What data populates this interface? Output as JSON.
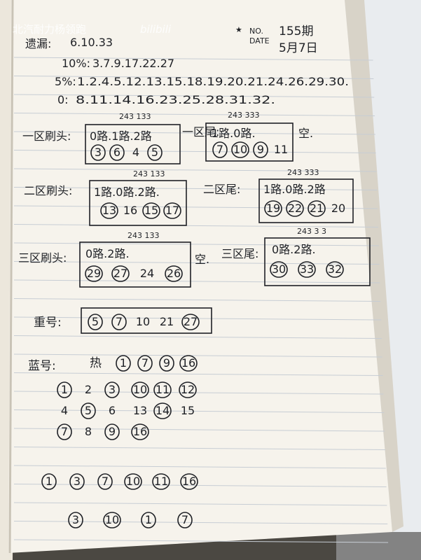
{
  "watermark": {
    "channel": "北汽耐力杨领跑",
    "logo": "bilibili"
  },
  "header": {
    "issue_no": "155期",
    "date": "5月7日"
  },
  "stats": [
    {
      "label": "遗漏:",
      "text": "6.10.33"
    },
    {
      "label": "10%:",
      "text": "3.7.9.17.22.27"
    },
    {
      "label": "5%:",
      "text": "1.2.4.5.12.13.15.18.19.20.21.24.26.29.30."
    },
    {
      "label": "0:",
      "text": "8.11.14.16.23.25.28.31.32."
    }
  ],
  "zones": [
    {
      "label": "一区刷头:",
      "tag": "243 133",
      "roads": "0路.1路.2路",
      "numbers": [
        "3",
        "6",
        "4",
        "5"
      ],
      "circled": [
        true,
        true,
        false,
        true
      ]
    },
    {
      "label": "一区尾:",
      "tag": "243 333",
      "roads": "1路.0路.",
      "numbers": [
        "7",
        "10",
        "9",
        "11"
      ],
      "circled": [
        true,
        true,
        true,
        false
      ],
      "extra": "空."
    },
    {
      "label": "二区刷头:",
      "tag": "243 133",
      "roads": "1路.0路.2路.",
      "numbers": [
        "13",
        "16",
        "15",
        "17"
      ],
      "circled": [
        true,
        false,
        true,
        true
      ]
    },
    {
      "label": "二区尾:",
      "tag": "243 333",
      "roads": "1路.0路.2路",
      "numbers": [
        "19",
        "22",
        "21",
        "20"
      ],
      "circled": [
        true,
        true,
        true,
        false
      ]
    },
    {
      "label": "三区刷头:",
      "tag": "243 133",
      "roads": "0路.2路.",
      "numbers": [
        "29",
        "27",
        "24",
        "26"
      ],
      "circled": [
        true,
        true,
        false,
        true
      ],
      "extra": "空."
    },
    {
      "label": "三区尾:",
      "tag": "243 3 3",
      "roads": "0路.2路.",
      "numbers": [
        "30",
        "33",
        "32"
      ],
      "circled": [
        true,
        true,
        true
      ]
    }
  ],
  "focus": {
    "label": "重号:",
    "numbers": [
      "5",
      "7",
      "10",
      "21",
      "27"
    ],
    "circled": [
      true,
      true,
      false,
      false,
      true
    ]
  },
  "blue": {
    "label": "蓝号:",
    "hot_label": "热",
    "hot": [
      "1",
      "7",
      "9",
      "16"
    ],
    "grid": [
      {
        "numbers": [
          "1",
          "2",
          "3",
          "10",
          "11",
          "12"
        ],
        "circled": [
          true,
          false,
          true,
          true,
          true,
          true
        ]
      },
      {
        "numbers": [
          "4",
          "5",
          "6",
          "13",
          "14",
          "15"
        ],
        "circled": [
          false,
          true,
          false,
          false,
          true,
          false
        ]
      },
      {
        "numbers": [
          "7",
          "8",
          "9",
          "16"
        ],
        "circled": [
          true,
          false,
          true,
          true
        ]
      }
    ],
    "picks": [
      "1",
      "3",
      "7",
      "10",
      "11",
      "16"
    ],
    "final": [
      "3",
      "10",
      "1",
      "7"
    ]
  }
}
